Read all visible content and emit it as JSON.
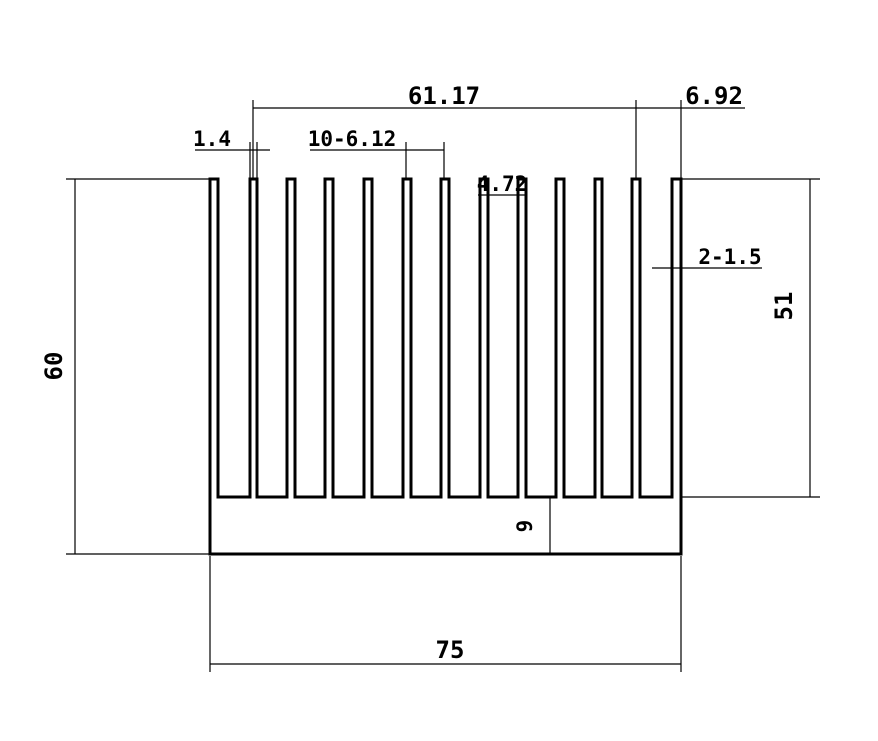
{
  "drawing": {
    "dimensions": {
      "overall_height": "60",
      "fin_height": "51",
      "base_thickness": "9",
      "overall_width": "75",
      "fin_span": "61.17",
      "edge_offset": "6.92",
      "fin_thickness": "1.4",
      "fin_pitch": "10-6.12",
      "center_gap": "4.72",
      "end_fin_thickness": "2-1.5"
    }
  }
}
